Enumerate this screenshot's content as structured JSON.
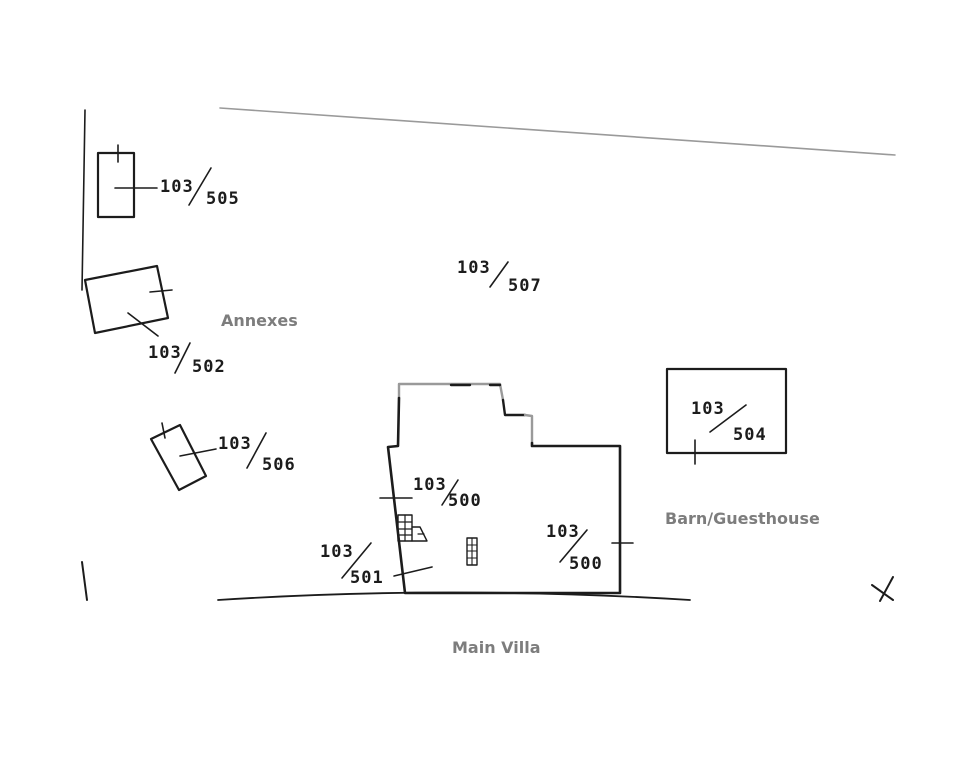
{
  "map": {
    "type": "cadastral site plan",
    "parcels": [
      {
        "id": "parcel-505",
        "block": "103",
        "number": "505"
      },
      {
        "id": "parcel-507",
        "block": "103",
        "number": "507"
      },
      {
        "id": "parcel-502",
        "block": "103",
        "number": "502"
      },
      {
        "id": "parcel-504",
        "block": "103",
        "number": "504"
      },
      {
        "id": "parcel-506",
        "block": "103",
        "number": "506"
      },
      {
        "id": "parcel-500-a",
        "block": "103",
        "number": "500"
      },
      {
        "id": "parcel-500-b",
        "block": "103",
        "number": "500"
      },
      {
        "id": "parcel-501",
        "block": "103",
        "number": "501"
      }
    ],
    "labels": {
      "annexes": "Annexes",
      "barn": "Barn/Guesthouse",
      "main_villa": "Main Villa"
    },
    "colors": {
      "ink": "#1c1c1c",
      "label": "#7d7d7d",
      "background": "#ffffff"
    }
  }
}
